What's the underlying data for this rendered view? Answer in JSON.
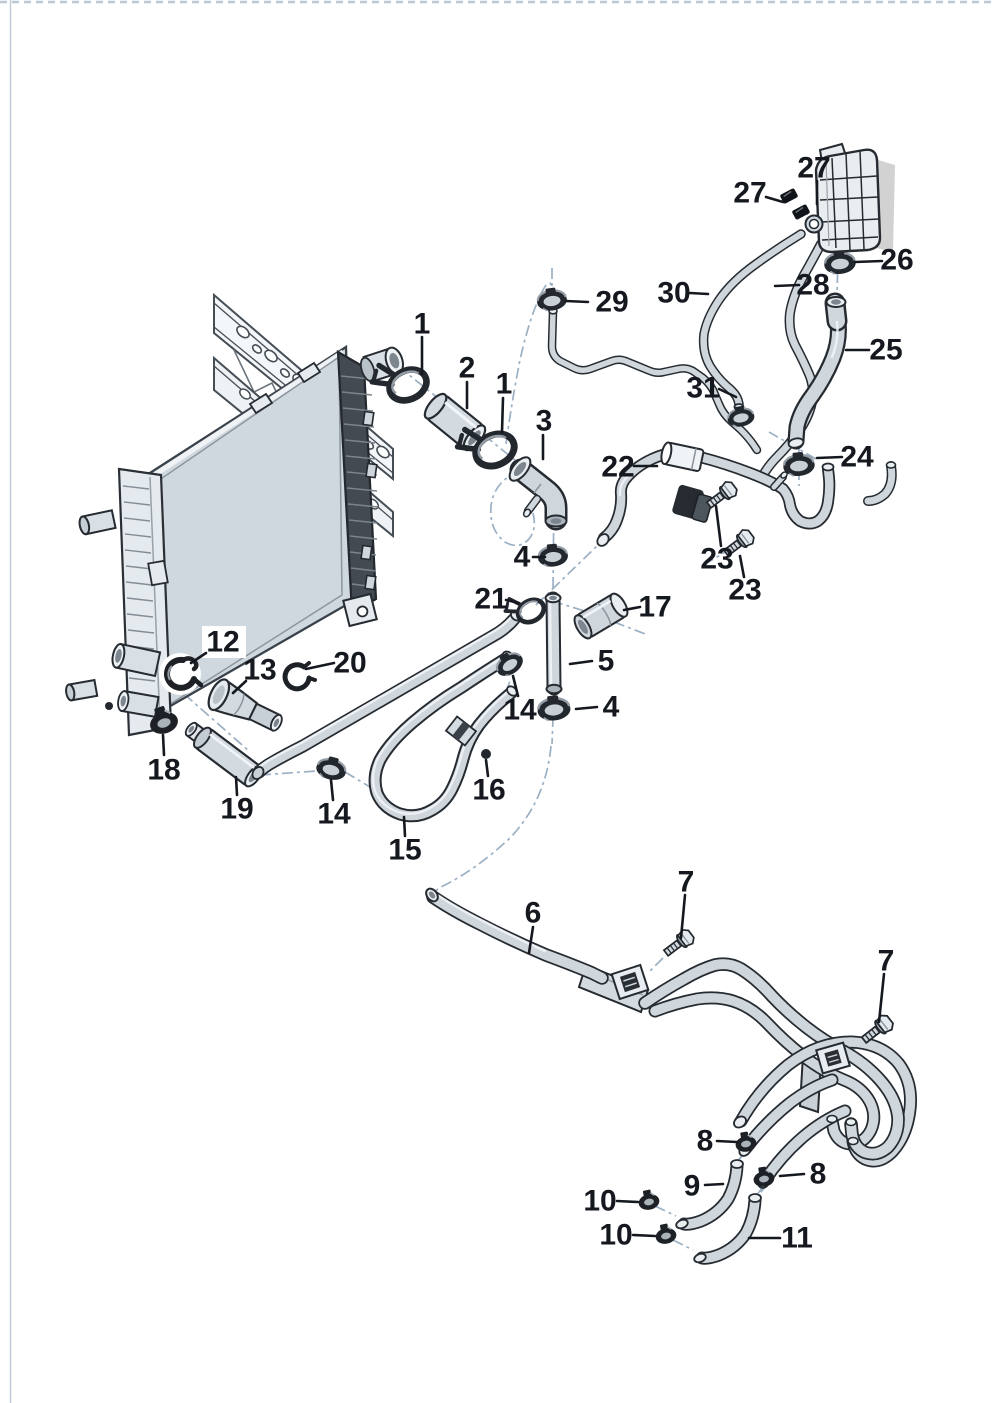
{
  "page": {
    "background": "#ffffff",
    "frame_top_color": "#bcc8d6",
    "frame_left_color": "#c2cdd9"
  },
  "colors": {
    "outline": "#262b31",
    "hose_fill": "#cfd7dd",
    "radiator_face": "#cfd8de",
    "radiator_tank_dark": "#434a52",
    "metal_light": "#e9eef1",
    "dash_line": "#9cb0c4",
    "label_text": "#15191f",
    "clamp_dark": "#23282e",
    "tank_shadow": "#d2d2d2"
  },
  "callouts": [
    {
      "label": "1"
    },
    {
      "label": "2"
    },
    {
      "label": "1"
    },
    {
      "label": "3"
    },
    {
      "label": "29"
    },
    {
      "label": "30"
    },
    {
      "label": "28"
    },
    {
      "label": "27"
    },
    {
      "label": "27"
    },
    {
      "label": "26"
    },
    {
      "label": "25"
    },
    {
      "label": "31"
    },
    {
      "label": "24"
    },
    {
      "label": "22"
    },
    {
      "label": "23"
    },
    {
      "label": "23"
    },
    {
      "label": "4"
    },
    {
      "label": "21"
    },
    {
      "label": "17"
    },
    {
      "label": "5"
    },
    {
      "label": "14"
    },
    {
      "label": "4"
    },
    {
      "label": "12"
    },
    {
      "label": "13"
    },
    {
      "label": "20"
    },
    {
      "label": "18"
    },
    {
      "label": "19"
    },
    {
      "label": "14"
    },
    {
      "label": "15"
    },
    {
      "label": "16"
    },
    {
      "label": "6"
    },
    {
      "label": "7"
    },
    {
      "label": "7"
    },
    {
      "label": "8"
    },
    {
      "label": "8"
    },
    {
      "label": "9"
    },
    {
      "label": "10"
    },
    {
      "label": "10"
    },
    {
      "label": "11"
    }
  ]
}
